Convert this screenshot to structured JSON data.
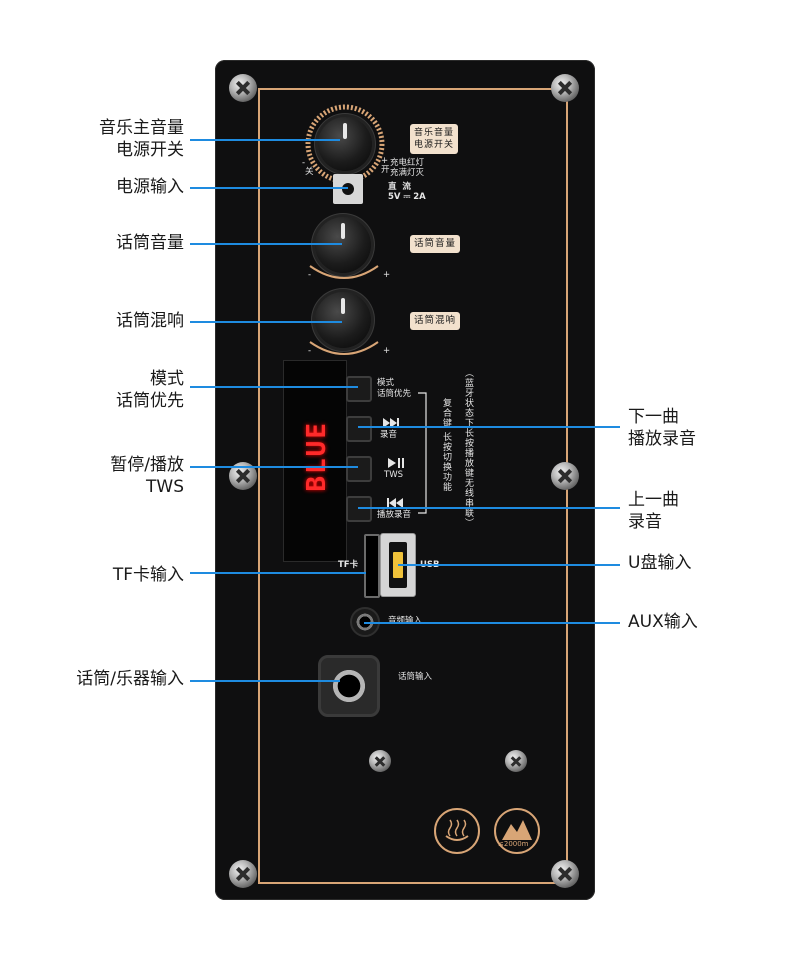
{
  "panel_labels": {
    "music_volume_power": "音乐音量\n电源开关",
    "charge_info": "充电红灯\n充满灯灭",
    "switch_off": "关",
    "switch_on": "开",
    "dc_info": "直  流\n5V ⎓ 2A",
    "mic_volume": "话筒音量",
    "mic_echo": "话筒混响",
    "mode_mic_priority": "模式\n话筒优先",
    "record": "录音",
    "tws": "TWS",
    "play_record": "播放录音",
    "combo_key": "复合键 长按切换功能",
    "bt_mode_note": "（蓝牙状态下长按播放键无线串联）",
    "tf_card": "TF卡",
    "usb": "USB",
    "audio_input": "音频输入",
    "mic_input": "话筒输入",
    "altitude": "≤2000m",
    "display_digits": "BLUE",
    "minus": "-",
    "plus": "+"
  },
  "callouts_left": {
    "music_master_volume": "音乐主音量\n电源开关",
    "power_input": "电源输入",
    "mic_volume": "话筒音量",
    "mic_echo": "话筒混响",
    "mode_mic_priority": "模式\n话筒优先",
    "pause_play_tws": "暂停/播放\nTWS",
    "tf_input": "TF卡输入",
    "mic_instrument_input": "话筒/乐器输入"
  },
  "callouts_right": {
    "next_play_record": "下一曲\n播放录音",
    "prev_record": "上一曲\n录音",
    "usb_input": "U盘输入",
    "aux_input": "AUX输入"
  },
  "colors": {
    "panel": "#0f0f10",
    "trim": "#d8a576",
    "callout_line": "#1e8be0",
    "display_red": "#ff2a2a"
  },
  "icons": {
    "next_button": "skip-forward-icon",
    "play_pause_button": "play-pause-icon",
    "prev_button": "skip-back-icon",
    "tropical_climate": "climate-icon",
    "altitude": "altitude-icon"
  }
}
